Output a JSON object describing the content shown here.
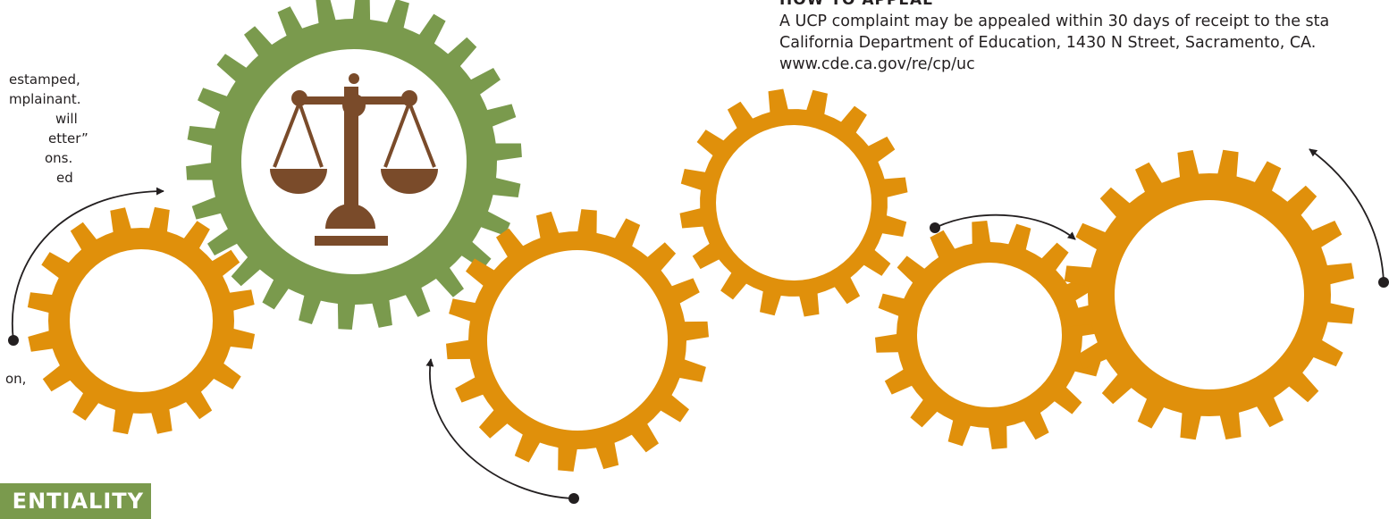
{
  "appeal": {
    "heading": "HOW TO APPEAL",
    "lines": [
      "A UCP complaint may be appealed within 30 days of receipt to the sta",
      "California Department of Education, 1430 N Street, Sacramento, CA.",
      "www.cde.ca.gov/re/cp/uc"
    ]
  },
  "left_text": {
    "lines": [
      "estamped,",
      "mplainant.",
      "will",
      "etter”",
      "ons.",
      "ed"
    ],
    "bottom": "on,"
  },
  "confidentiality_label": "ENTIALITY",
  "colors": {
    "gear_orange": "#e0900b",
    "gear_green": "#7a9a4d",
    "scales_brown": "#7a4b2a",
    "arrow": "#231f20"
  },
  "icons": [
    "scales-of-justice-icon"
  ]
}
